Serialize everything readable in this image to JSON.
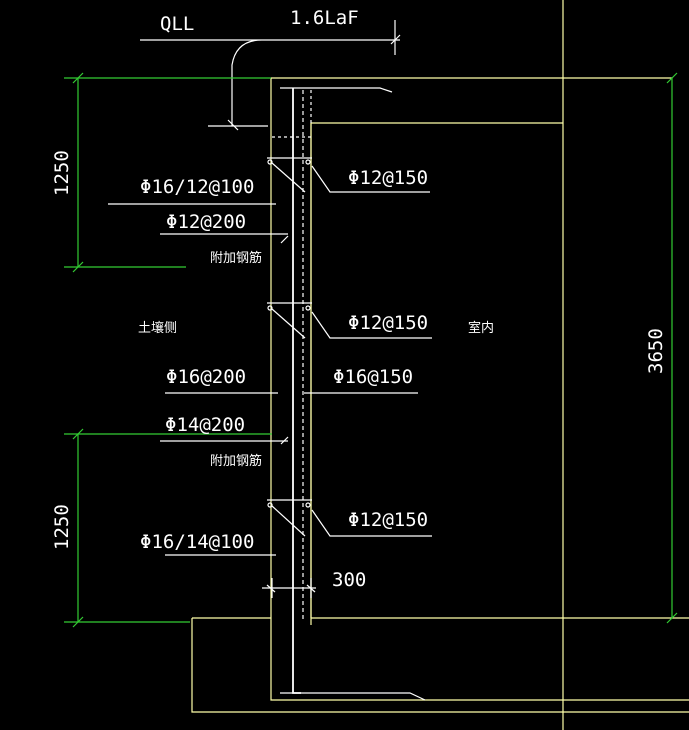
{
  "labels": {
    "beam_tag": "QLL",
    "anchorage": "1.6LaF",
    "top_vert_outer": "Φ16/12@100",
    "top_horiz_outer": "Φ12@200",
    "top_additional": "附加钢筋",
    "soil_side": "土壤侧",
    "mid_vert_outer": "Φ16@200",
    "bot_horiz_outer": "Φ14@200",
    "bot_additional": "附加钢筋",
    "bot_vert_outer": "Φ16/14@100",
    "tie_top": "Φ12@150",
    "tie_mid": "Φ12@150",
    "tie_bot": "Φ12@150",
    "inner_vert": "Φ16@150",
    "indoor_side": "室内"
  },
  "dimensions": {
    "top_zone": "1250",
    "bottom_zone": "1250",
    "total_height": "3650",
    "wall_thickness": "300"
  },
  "colors": {
    "background": "#000000",
    "text": "#ffffff",
    "outline": "#ffffaa",
    "dimension": "#33cc33",
    "rebar": "#ff33ff"
  }
}
